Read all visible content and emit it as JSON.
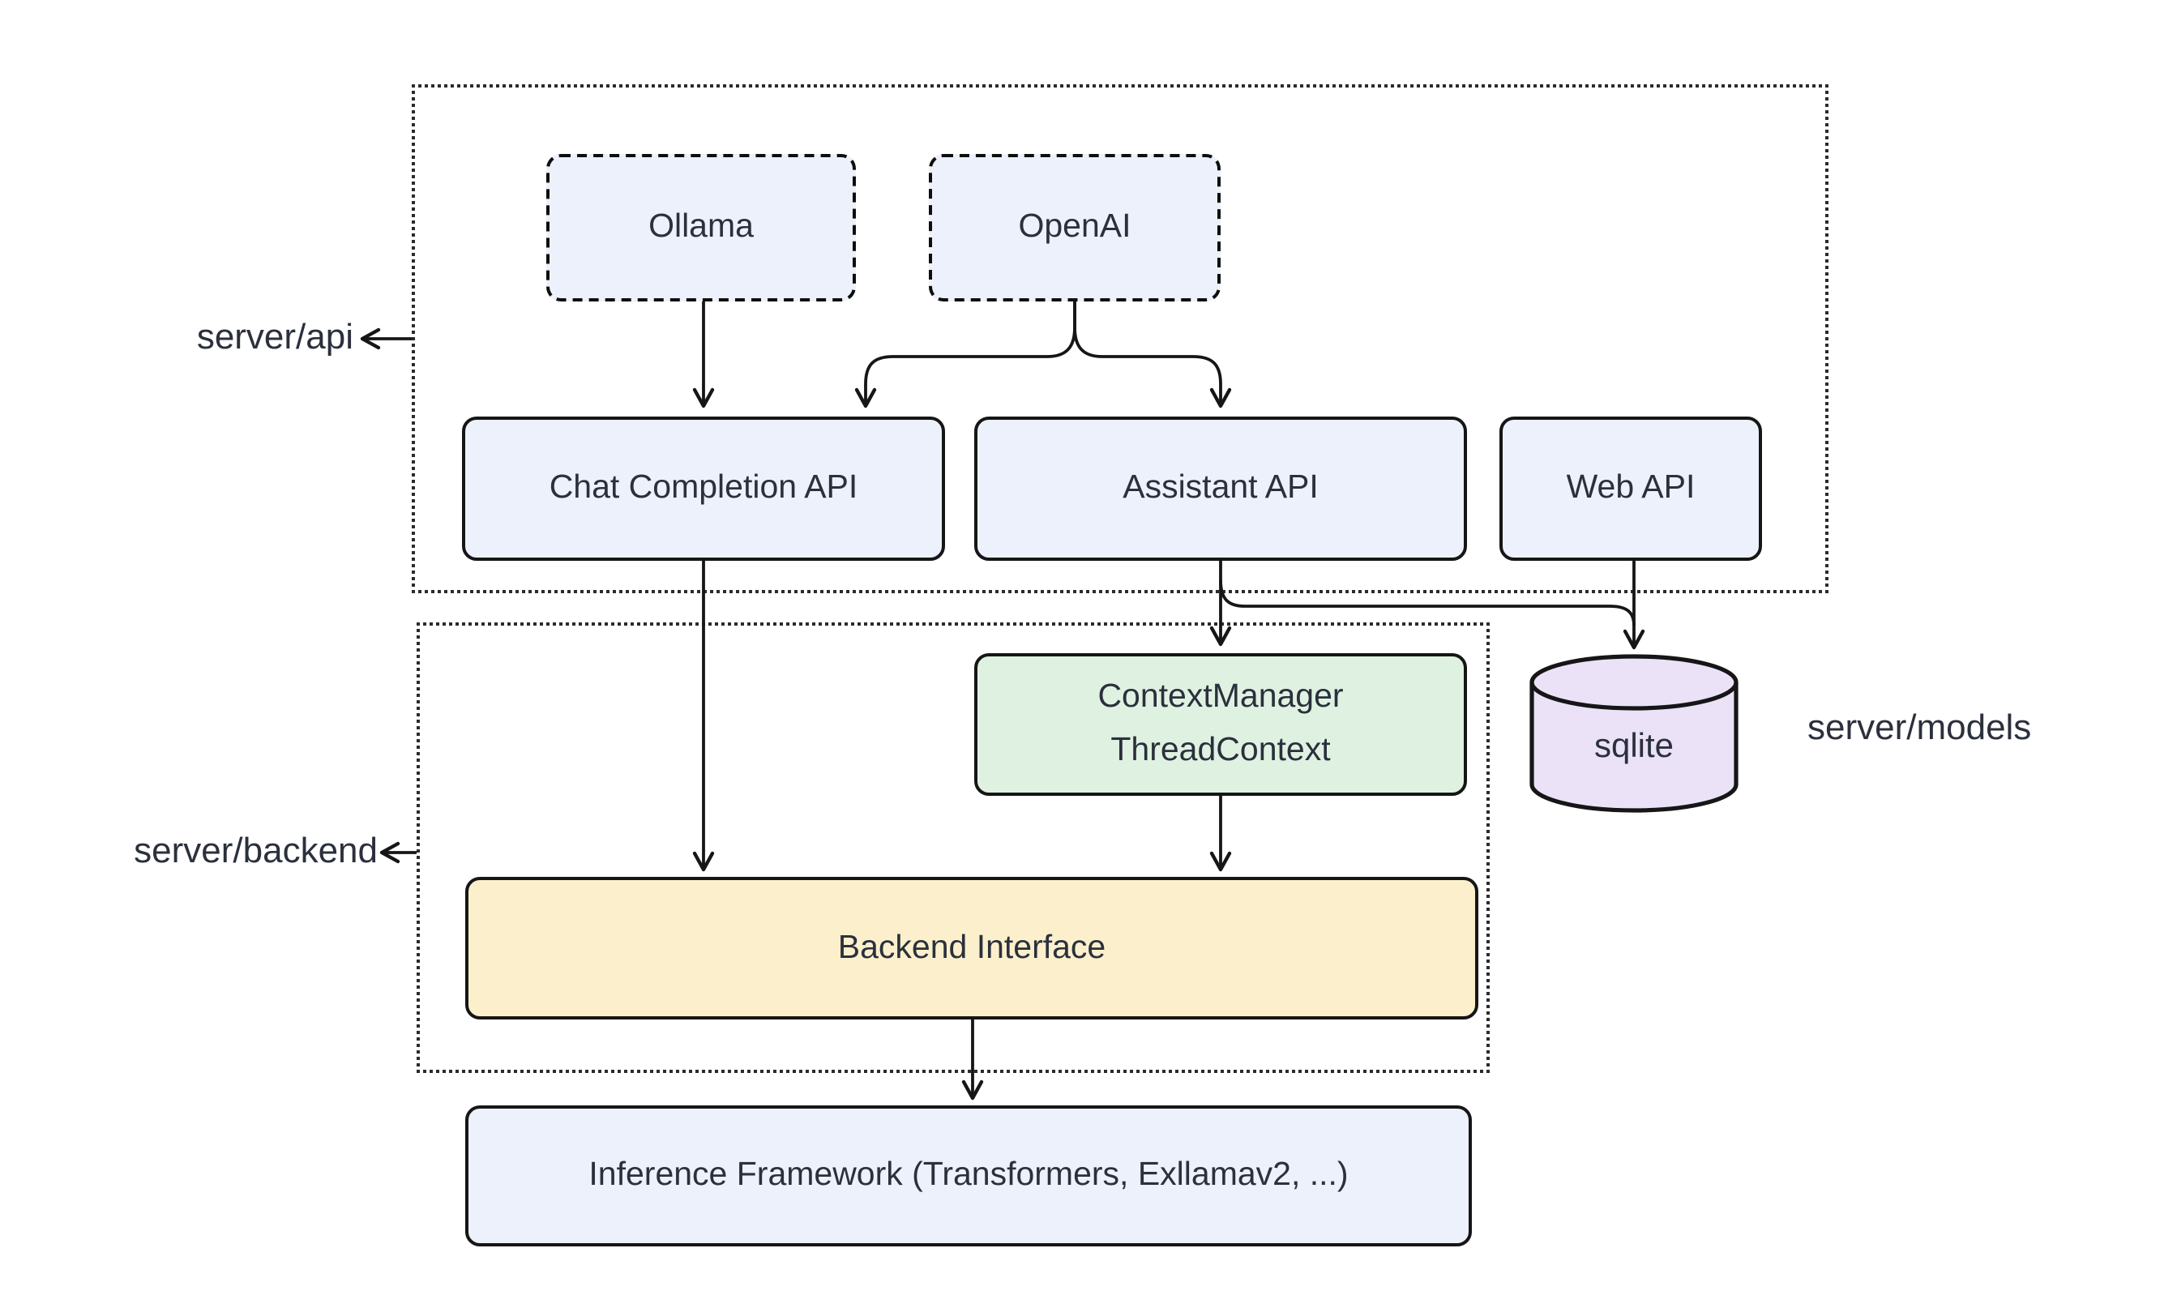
{
  "diagram": {
    "type": "architecture-flowchart",
    "groups": {
      "api": {
        "label": "server/api"
      },
      "backend": {
        "label": "server/backend"
      }
    },
    "external_labels": {
      "models": {
        "label": "server/models"
      }
    },
    "nodes": {
      "ollama": {
        "label": "Ollama",
        "style": "dashed-blue"
      },
      "openai": {
        "label": "OpenAI",
        "style": "dashed-blue"
      },
      "chat_completion_api": {
        "label": "Chat Completion API",
        "style": "solid-blue"
      },
      "assistant_api": {
        "label": "Assistant API",
        "style": "solid-blue"
      },
      "web_api": {
        "label": "Web API",
        "style": "solid-blue"
      },
      "context_manager": {
        "lines": [
          "ContextManager",
          "ThreadContext"
        ],
        "style": "solid-green"
      },
      "backend_interface": {
        "label": "Backend Interface",
        "style": "solid-yellow"
      },
      "inference_framework": {
        "label": "Inference Framework (Transformers, Exllamav2, ...)",
        "style": "solid-blue"
      },
      "sqlite": {
        "label": "sqlite",
        "shape": "database-cylinder",
        "style": "solid-purple"
      }
    },
    "edges": [
      {
        "from": "Ollama",
        "to": "Chat Completion API"
      },
      {
        "from": "OpenAI",
        "to": "Chat Completion API"
      },
      {
        "from": "OpenAI",
        "to": "Assistant API"
      },
      {
        "from": "Chat Completion API",
        "to": "Backend Interface"
      },
      {
        "from": "Assistant API",
        "to": "ContextManager ThreadContext"
      },
      {
        "from": "Assistant API",
        "to": "sqlite"
      },
      {
        "from": "Web API",
        "to": "sqlite"
      },
      {
        "from": "ContextManager ThreadContext",
        "to": "Backend Interface"
      },
      {
        "from": "Backend Interface",
        "to": "Inference Framework (Transformers, Exllamav2, ...)"
      }
    ],
    "colors": {
      "node_blue": "#ECF1FB",
      "node_green": "#DFF2E2",
      "node_yellow": "#FCF0CC",
      "node_purple": "#EBE2F8",
      "ink": "#2B303C",
      "line": "#161616",
      "bg": "#FFFFFF"
    }
  }
}
